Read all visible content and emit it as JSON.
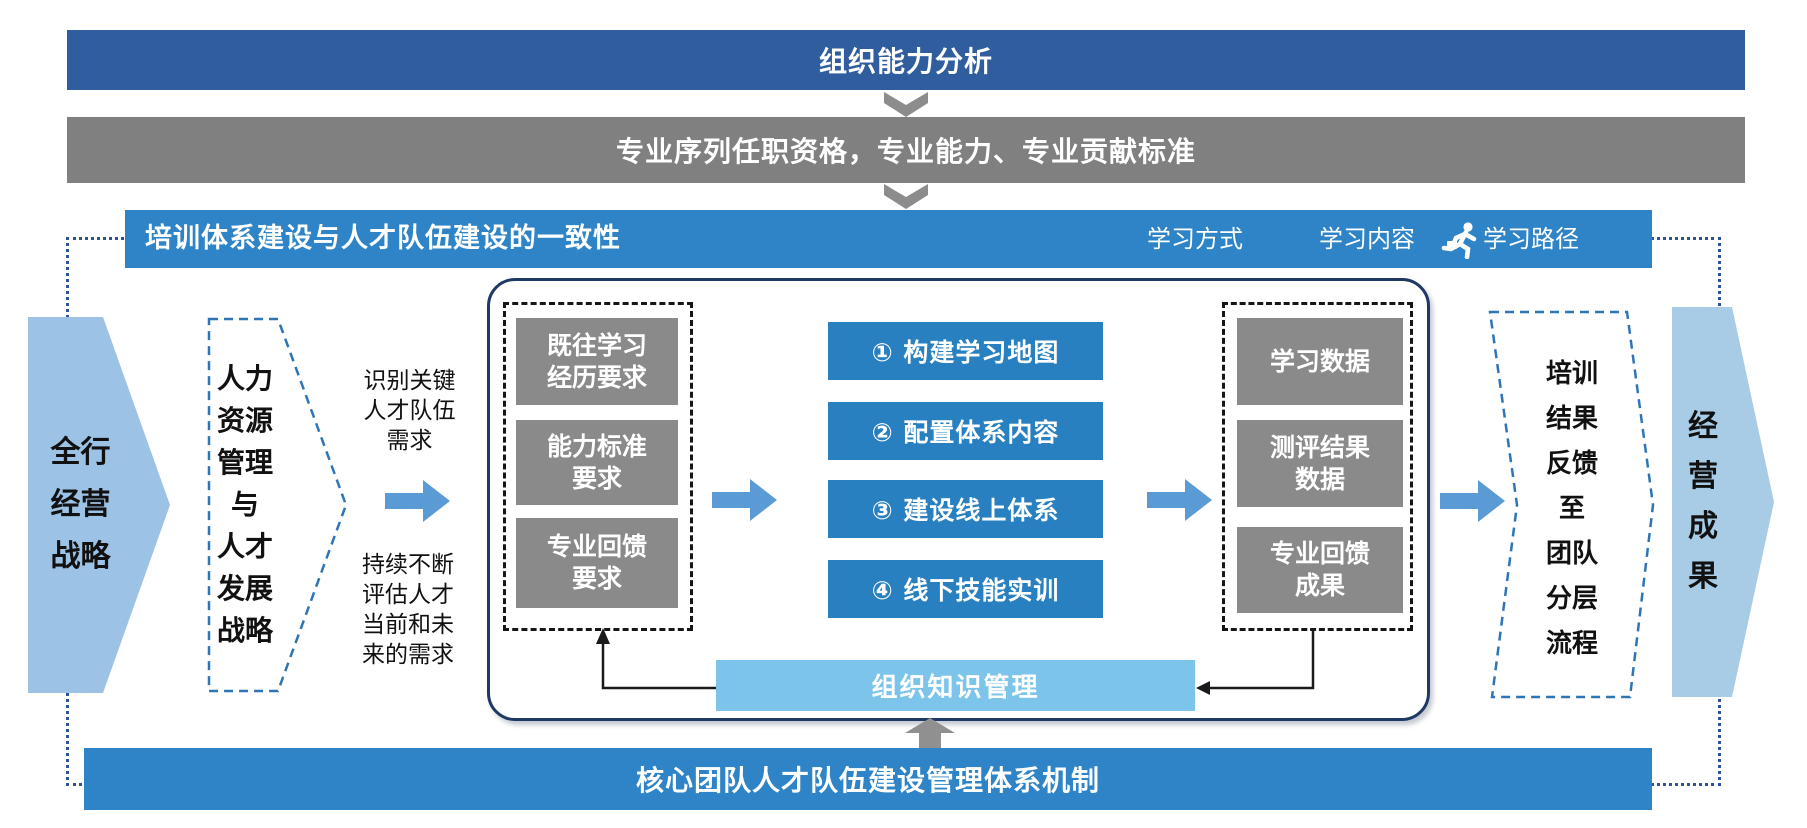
{
  "colors": {
    "banner_navy": "#2F5D9E",
    "banner_gray": "#808080",
    "band_blue": "#2E84C6",
    "box_blue": "#2980C0",
    "box_gray": "#8A8A8A",
    "light_blue": "#7DC4EA",
    "pent_left": "#9CC2E5",
    "pent_right": "#A8CBE6",
    "arrow_blue": "#5B9BD5",
    "dash_blue": "#2E75B6",
    "container_navy": "#1F3864",
    "dot_navy": "#2E5395",
    "chevron_gray": "#8C8C8C"
  },
  "top_banner": {
    "label": "组织能力分析"
  },
  "standards_banner": {
    "label": "专业序列任职资格，专业能力、专业贡献标准"
  },
  "alignment_band": {
    "title": "培训体系建设与人才队伍建设的一致性",
    "learning_mode": "学习方式",
    "learning_content": "学习内容",
    "learning_path": "学习路径"
  },
  "left_flow": {
    "strategy_pentagon": "全行\n经营\n战略",
    "hr_pentagon": "人力\n资源\n管理\n与\n人才\n发展\n战略",
    "identify_note": "识别关键\n人才队伍\n需求",
    "evaluate_note": "持续不断\n评估人才\n当前和未\n来的需求"
  },
  "system_container": {
    "requirements": [
      "既往学习\n经历要求",
      "能力标准\n要求",
      "专业回馈\n要求"
    ],
    "build_steps": [
      "① 构建学习地图",
      "② 配置体系内容",
      "③ 建设线上体系",
      "④ 线下技能实训"
    ],
    "outputs": [
      "学习数据",
      "测评结果\n数据",
      "专业回馈\n成果"
    ],
    "knowledge_box": "组织知识管理"
  },
  "right_flow": {
    "feedback_chevron": "培训\n结果\n反馈\n至\n团队\n分层\n流程",
    "results_pentagon": "经\n营\n成\n果"
  },
  "bottom_banner": {
    "label": "核心团队人才队伍建设管理体系机制"
  }
}
